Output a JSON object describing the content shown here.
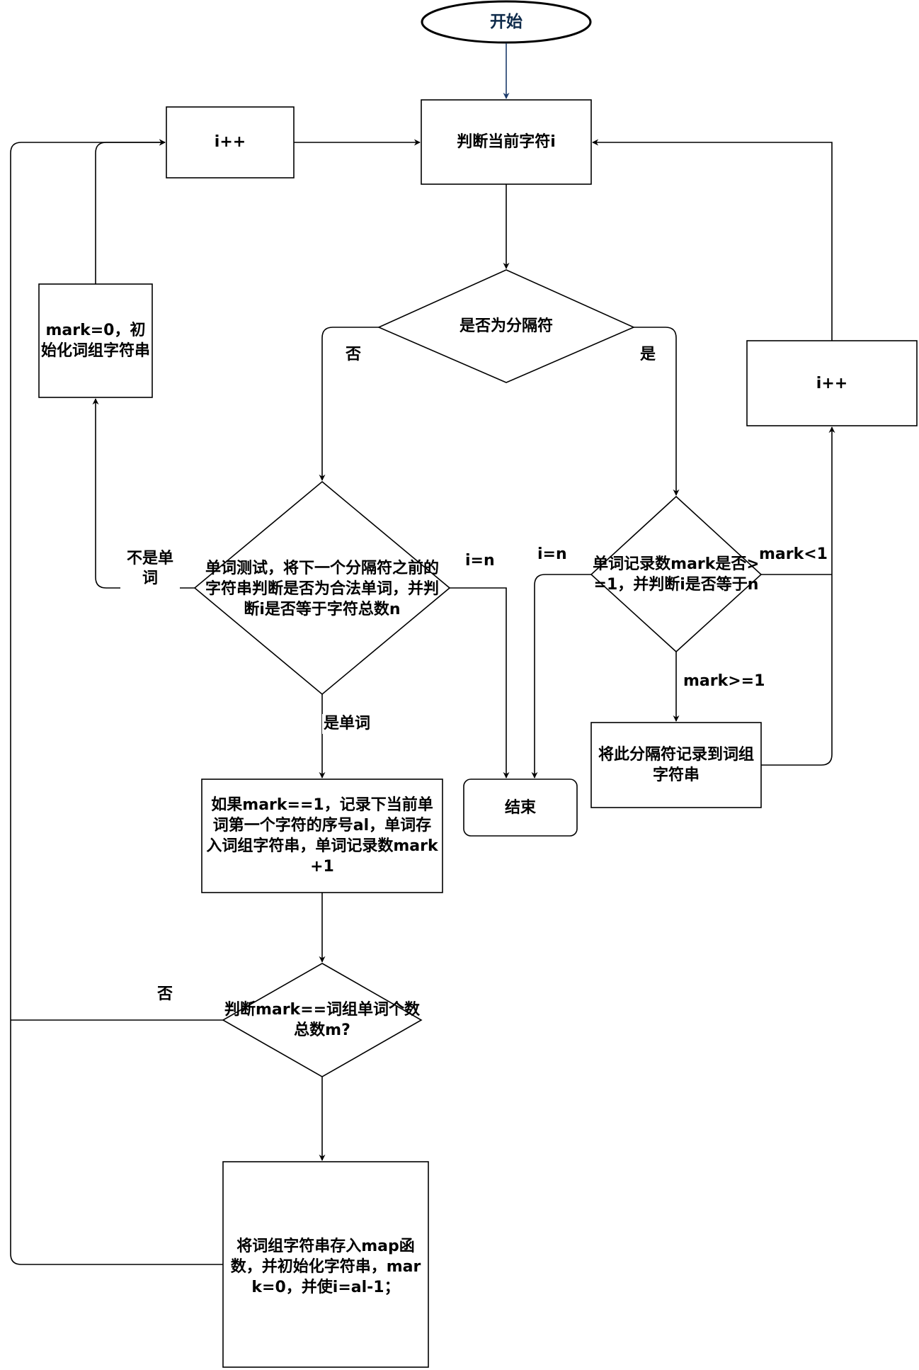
{
  "nodes": {
    "start": "开始",
    "judge_char": "判断当前字符i",
    "is_separator": "是否为分隔符",
    "inc_left": "i++",
    "reset_mark": "mark=0，初始化词组字符串",
    "word_test": "单词测试，将下一个分隔符之前的字符串判断是否为合法单词，并判断i是否等于字符总数n",
    "record_word": "如果mark==1，记录下当前单词第一个字符的序号al，单词存入词组字符串，单词记录数mark+1",
    "check_m": "判断mark==词组单词个数总数m?",
    "store_map": "将词组字符串存入map函数，并初始化字符串，mark=0，并使i=al-1；",
    "end": "结束",
    "mark_check": "单词记录数mark是否>=1，并判断i是否等于n",
    "inc_right": "i++",
    "record_sep": "将此分隔符记录到词组字符串"
  },
  "edges": {
    "no_sep": "否",
    "yes_sep": "是",
    "not_word": "不是单词",
    "i_eq_n_left": "i=n",
    "is_word": "是单词",
    "i_eq_n_right": "i=n",
    "mark_lt_1": "mark<1",
    "mark_ge_1": "mark>=1",
    "no_m": "否"
  },
  "colors": {
    "stroke": "#000000",
    "start_arrow": "#1b3a6b",
    "start_text": "#0e2a4a"
  }
}
